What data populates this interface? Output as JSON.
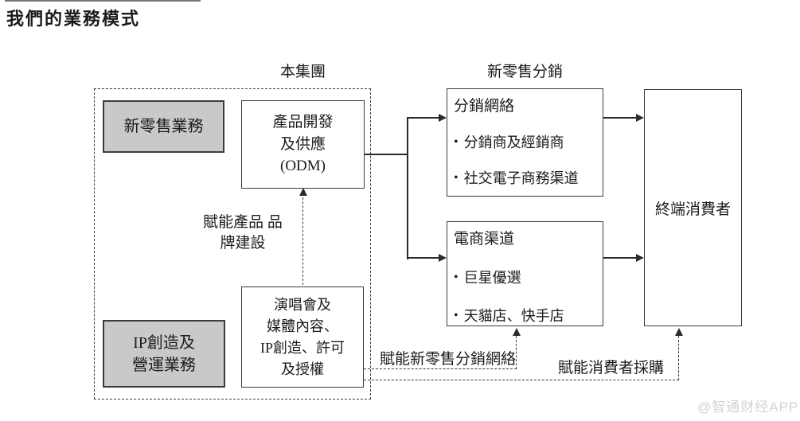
{
  "page": {
    "title": "我們的業務模式",
    "watermark": "@智通财经APP",
    "bullet_glyph": "•"
  },
  "labels": {
    "group_label": "本集團",
    "distribution_label": "新零售分銷",
    "empower_brand_line1": "賦能產品",
    "empower_brand_line2": "品牌建設",
    "empower_distribution": "賦能新零售分銷網絡",
    "empower_consumer": "賦能消費者採購"
  },
  "nodes": {
    "new_retail_business": {
      "label": "新零售業務"
    },
    "ip_business": {
      "lines": [
        "IP創造及",
        "營運業務"
      ]
    },
    "product_development": {
      "lines": [
        "產品開發",
        "及供應",
        "(ODM)"
      ]
    },
    "concert_media": {
      "lines": [
        "演唱會及",
        "媒體內容、",
        "IP創造、許可",
        "及授權"
      ]
    },
    "distribution_network": {
      "title": "分銷網絡",
      "bullets": [
        "分銷商及經銷商",
        "社交電子商務渠道"
      ]
    },
    "ecommerce_channels": {
      "title": "電商渠道",
      "bullets": [
        "巨星優選",
        "天貓店、快手店"
      ]
    },
    "end_consumer": {
      "label": "終端消費者"
    }
  },
  "colors": {
    "box_fill_gray": "#c9c9c9",
    "border": "#3c3c3c",
    "line": "#2b2b2b",
    "text": "#1b1b1b",
    "watermark": "#d3d3d3"
  }
}
